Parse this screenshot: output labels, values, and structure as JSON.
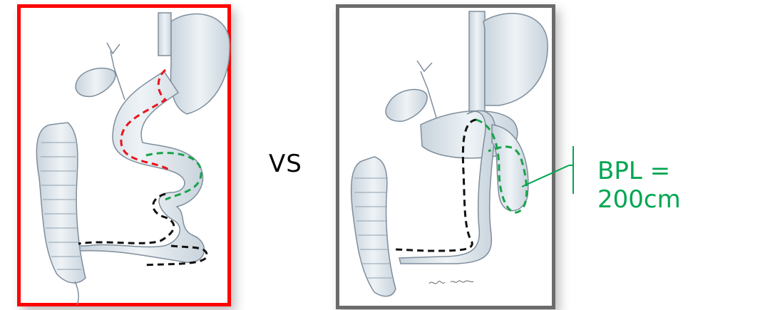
{
  "comparison": {
    "vs_label": "VS"
  },
  "annotation": {
    "bpl_label": "BPL = 200cm",
    "color": "#00a651"
  },
  "colors": {
    "left_frame": "#ff0000",
    "right_frame": "#6b6b6b",
    "red_path": "#e8141b",
    "green_path": "#16a34a",
    "black_path": "#111111",
    "organ_fill": "#dfe7ee",
    "organ_stroke": "#7f8e9c"
  },
  "icons": [
    "left-anatomy-illustration",
    "right-anatomy-illustration",
    "artist-signature"
  ]
}
